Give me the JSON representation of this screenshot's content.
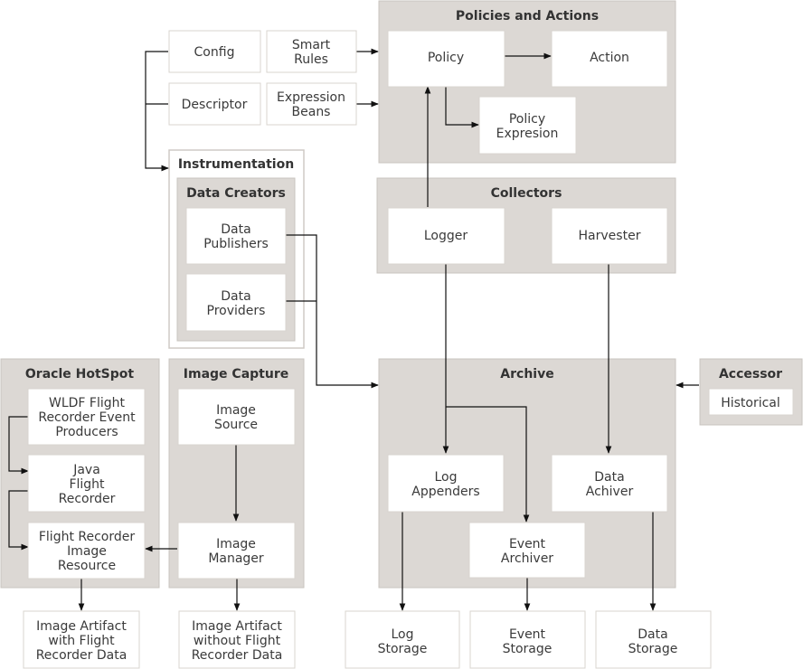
{
  "groups": {
    "policies_actions": "Policies and Actions",
    "collectors": "Collectors",
    "instrumentation": "Instrumentation",
    "data_creators": "Data Creators",
    "archive": "Archive",
    "accessor": "Accessor",
    "oracle_hotspot": "Oracle HotSpot",
    "image_capture": "Image Capture"
  },
  "nodes": {
    "config": [
      "Config"
    ],
    "descriptor": [
      "Descriptor"
    ],
    "smart_rules": [
      "Smart",
      "Rules"
    ],
    "expression_beans": [
      "Expression",
      "Beans"
    ],
    "policy": [
      "Policy"
    ],
    "action": [
      "Action"
    ],
    "policy_expression": [
      "Policy",
      "Expresion"
    ],
    "logger": [
      "Logger"
    ],
    "harvester": [
      "Harvester"
    ],
    "data_publishers": [
      "Data",
      "Publishers"
    ],
    "data_providers": [
      "Data",
      "Providers"
    ],
    "historical": [
      "Historical"
    ],
    "log_appenders": [
      "Log",
      "Appenders"
    ],
    "data_achiver": [
      "Data",
      "Achiver"
    ],
    "event_archiver": [
      "Event",
      "Archiver"
    ],
    "log_storage": [
      "Log",
      "Storage"
    ],
    "event_storage": [
      "Event",
      "Storage"
    ],
    "data_storage": [
      "Data",
      "Storage"
    ],
    "wldf_producers": [
      "WLDF Flight",
      "Recorder Event",
      "Producers"
    ],
    "java_flight_recorder": [
      "Java",
      "Flight",
      "Recorder"
    ],
    "flight_recorder_image_resource": [
      "Flight Recorder",
      "Image",
      "Resource"
    ],
    "image_source": [
      "Image",
      "Source"
    ],
    "image_manager": [
      "Image",
      "Manager"
    ],
    "artifact_with": [
      "Image Artifact",
      "with Flight",
      "Recorder Data"
    ],
    "artifact_without": [
      "Image Artifact",
      "without Flight",
      "Recorder Data"
    ]
  }
}
